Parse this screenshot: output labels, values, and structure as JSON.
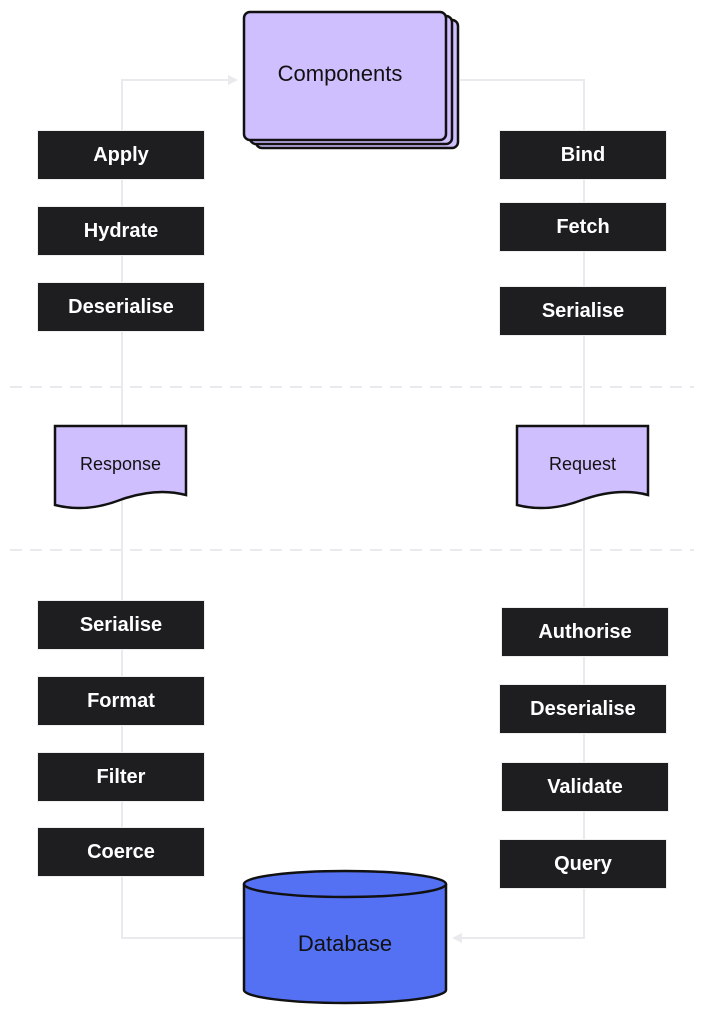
{
  "components": {
    "label": "Components"
  },
  "database": {
    "label": "Database"
  },
  "left_column": {
    "upper_steps": [
      "Apply",
      "Hydrate",
      "Deserialise"
    ],
    "document_label": "Response",
    "lower_steps": [
      "Serialise",
      "Format",
      "Filter",
      "Coerce"
    ]
  },
  "right_column": {
    "upper_steps": [
      "Bind",
      "Fetch",
      "Serialise"
    ],
    "document_label": "Request",
    "lower_steps": [
      "Authorise",
      "Deserialise",
      "Validate",
      "Query"
    ]
  },
  "colors": {
    "step_box": "#1e1e21",
    "step_text": "#ffffff",
    "components_fill": "#d0bfff",
    "document_fill": "#d0bfff",
    "database_fill": "#5470f3",
    "connector": "#e9e9ee",
    "divider": "#e9e9ee",
    "outline": "#111111"
  }
}
